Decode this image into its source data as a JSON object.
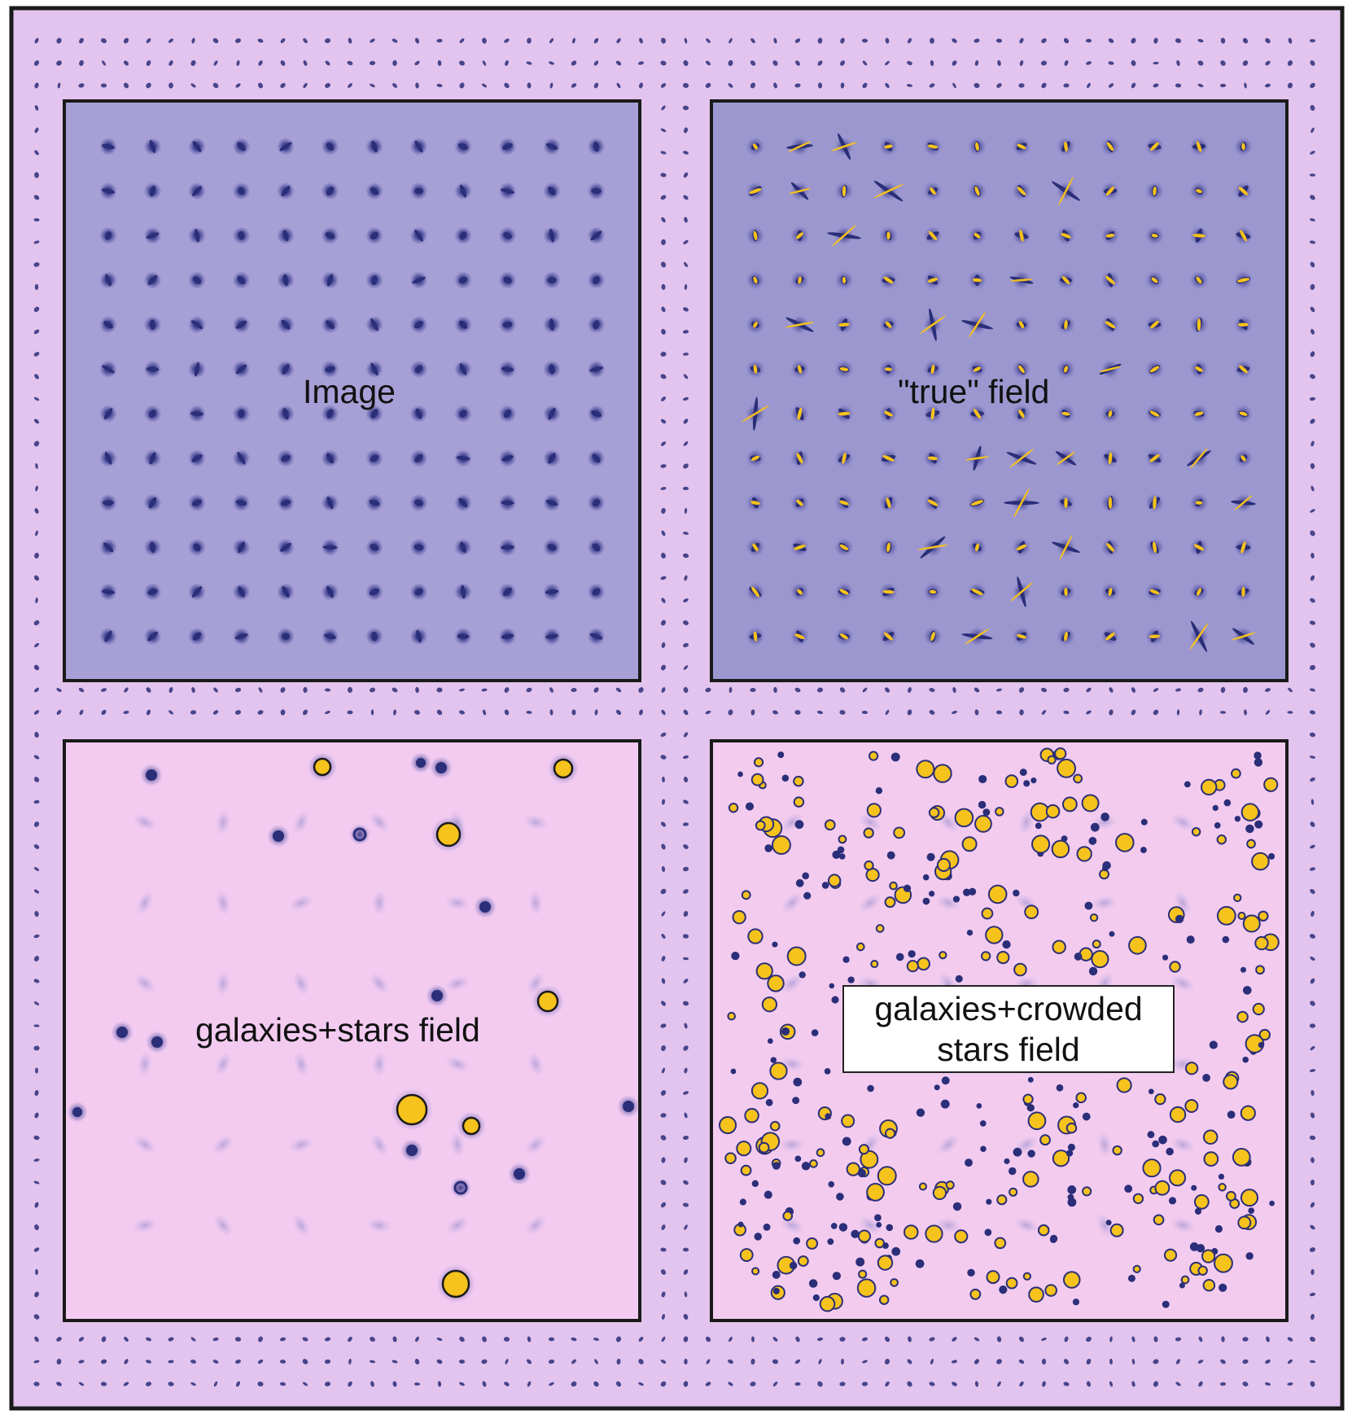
{
  "panels": {
    "image": {
      "label": "Image",
      "background": "#a7a0d6"
    },
    "true_field": {
      "label": "\"true\" field",
      "background": "#9c97cf"
    },
    "galaxies_stars": {
      "label": "galaxies+stars field",
      "background": "#f3cbf1"
    },
    "galaxies_crowded": {
      "label_line1": "galaxies+crowded",
      "label_line2": "stars field",
      "background": "#f2cbef"
    }
  },
  "colors": {
    "frame_background": "#e2c4ee",
    "source_dark": "#2b2e78",
    "source_yellow": "#f6c21c",
    "border": "#1a1a1a"
  }
}
